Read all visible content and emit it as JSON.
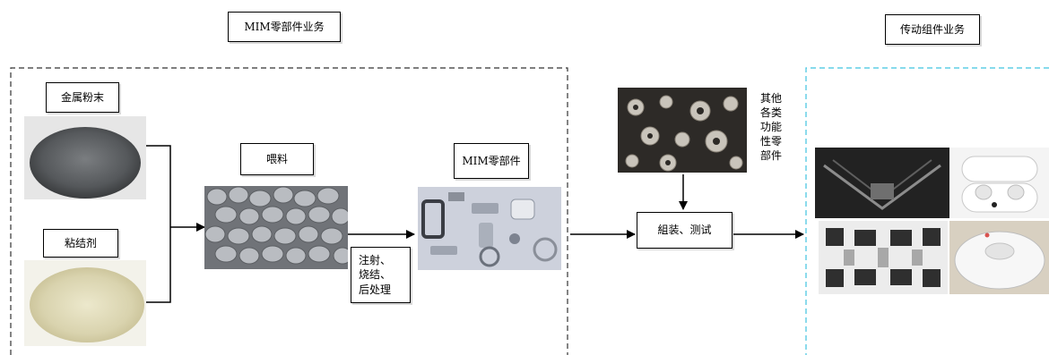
{
  "mim_section": {
    "title": "MIM零部件业务"
  },
  "transmission_section": {
    "title": "传动组件业务"
  },
  "nodes": {
    "metal_powder": "金属粉末",
    "binder": "粘结剂",
    "feedstock": "喂料",
    "process": [
      "注射、",
      "烧结、",
      "后处理"
    ],
    "mim_parts": "MIM零部件",
    "other_parts": [
      "其他",
      "各类",
      "功能",
      "性零",
      "部件"
    ],
    "assembly": "組装、测试"
  },
  "colors": {
    "mim_border": "#333333",
    "transmission_border": "#3fc3e0"
  }
}
